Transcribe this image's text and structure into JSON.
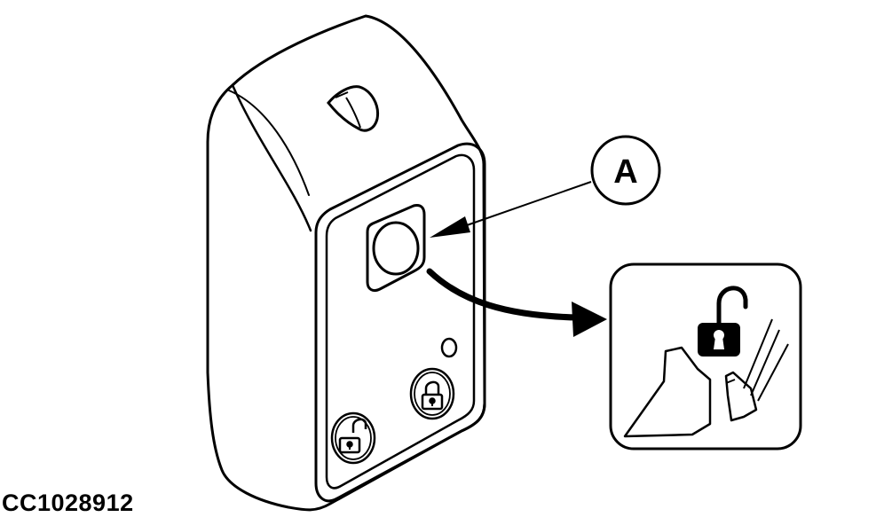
{
  "callout": {
    "label": "A"
  },
  "figure": {
    "id": "CC1028912"
  },
  "icons": {
    "main_body": "key-fob-body",
    "top_hole": "key-ring-hole-icon",
    "main_button": "round-button-icon",
    "small_led": "indicator-light-icon",
    "lock_button": "lock-closed-icon",
    "unlock_button": "lock-open-icon",
    "inset": "open-hood-unlock-icon"
  },
  "colors": {
    "line": "#000000",
    "background": "#ffffff"
  }
}
